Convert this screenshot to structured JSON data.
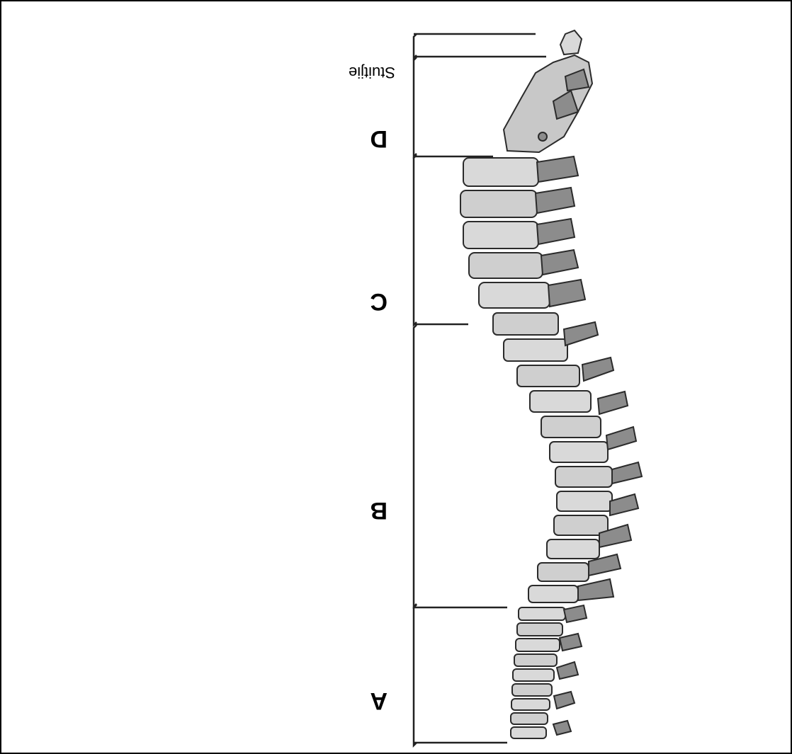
{
  "diagram": {
    "labels": {
      "a": "A",
      "b": "B",
      "c": "C",
      "d": "D",
      "sub": "Stuitjie"
    },
    "colors": {
      "bone_fill": "#d9d9d9",
      "bone_shade": "#8c8c8c",
      "bone_outline": "#2b2b2b",
      "bracket": "#222222"
    }
  }
}
